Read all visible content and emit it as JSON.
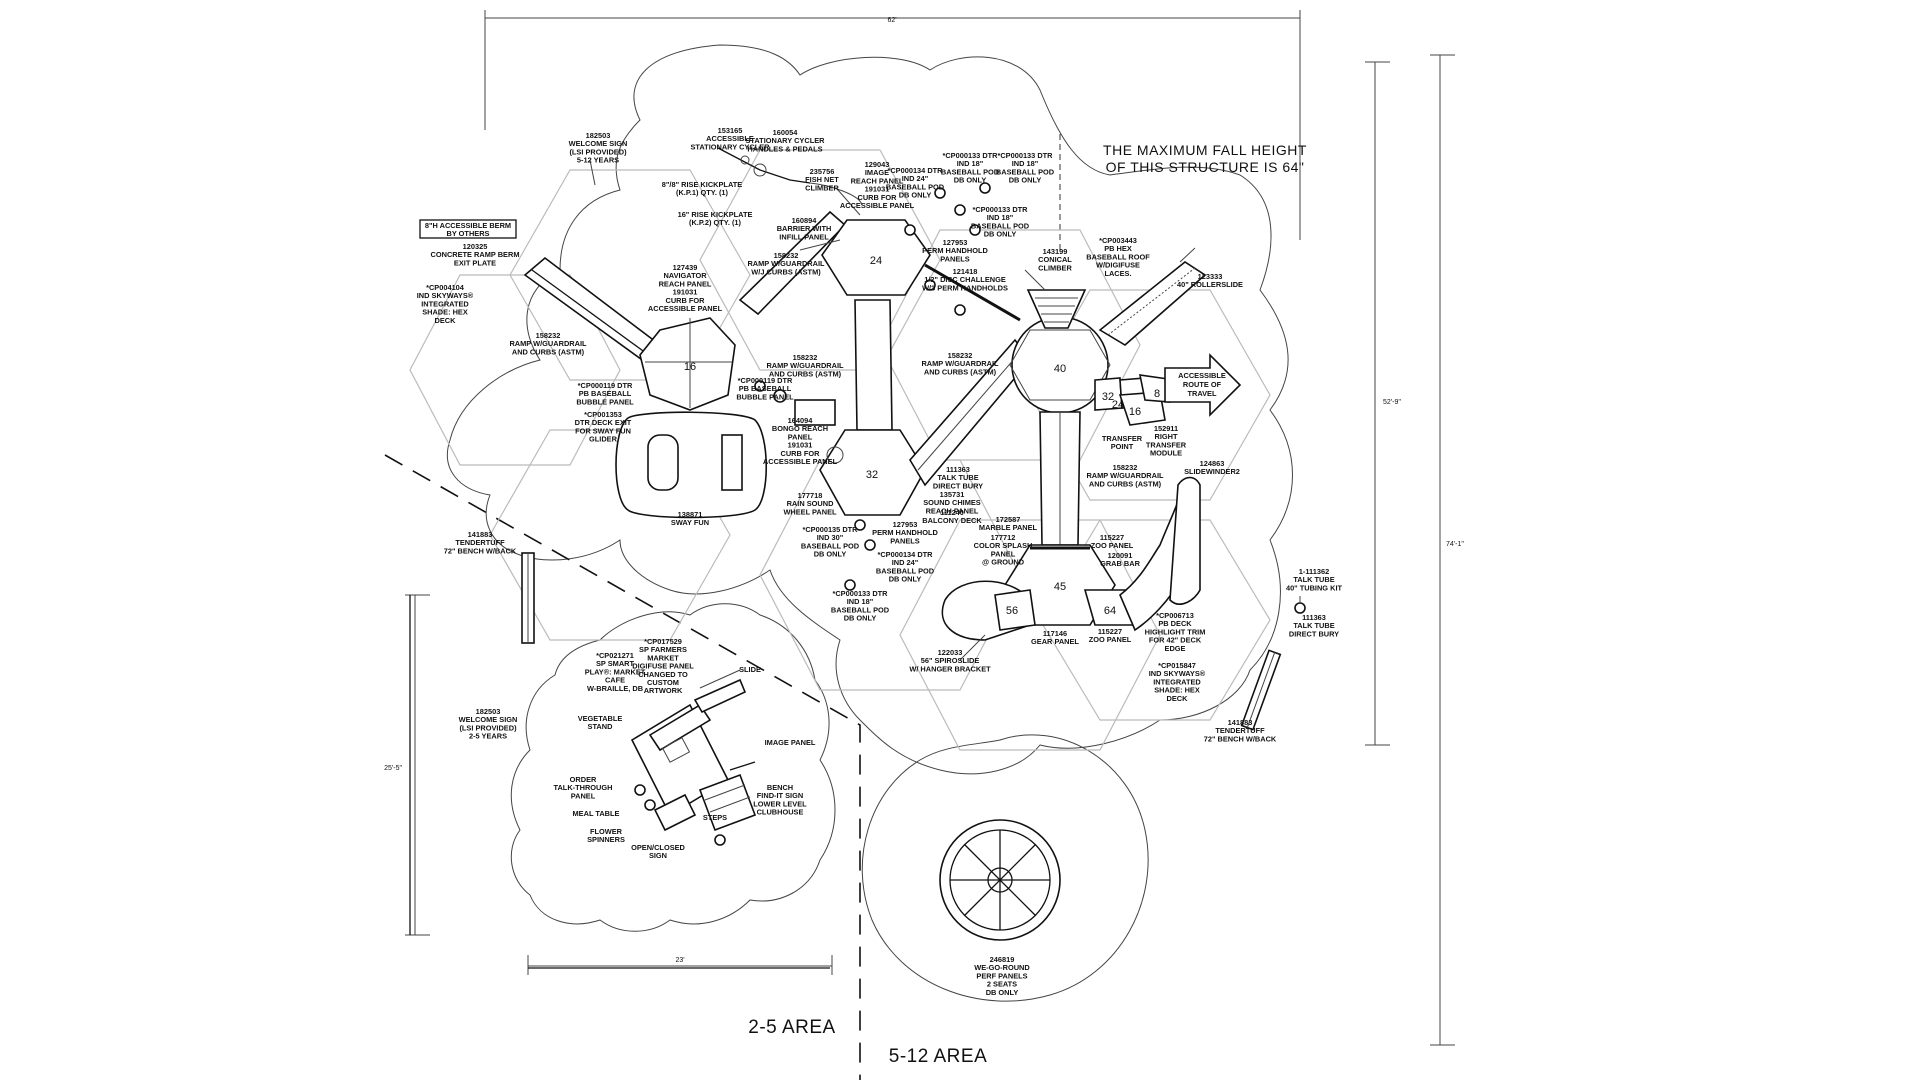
{
  "dimensions": {
    "top_width": "62'",
    "right_inner": "52'-9\"",
    "right_outer": "74'-1\"",
    "left_small": "25'-5\"",
    "bottom_small": "23'"
  },
  "notes": {
    "fall_height_line1": "THE MAXIMUM FALL HEIGHT",
    "fall_height_line2": "OF THIS STRUCTURE IS 64\"",
    "accessible_route_1": "ACCESSIBLE",
    "accessible_route_2": "ROUTE OF",
    "accessible_route_3": "TRAVEL"
  },
  "areas": {
    "small": "2-5 AREA",
    "large": "5-12 AREA"
  },
  "deck_heights": {
    "h16_left": "16",
    "h24": "24",
    "h32": "32",
    "h40": "40",
    "h32b": "32",
    "h24b": "24",
    "h16b": "16",
    "h8": "8",
    "h45": "45",
    "h56": "56",
    "h64": "64"
  },
  "labels": {
    "stationary_cycler": [
      "153165",
      "ACCESSIBLE",
      "STATIONARY CYCLER"
    ],
    "cycler_handles": [
      "160054",
      "STATIONARY CYCLER",
      "HANDLES & PEDALS"
    ],
    "welcome_sign_512": [
      "182503",
      "WELCOME SIGN",
      "(LSI PROVIDED)",
      "5-12 YEARS"
    ],
    "kickplate_8": [
      "8\"/8\" RISE KICKPLATE",
      "(K.P.1) QTY. (1)"
    ],
    "kickplate_16": [
      "16\" RISE KICKPLATE",
      "(K.P.2) QTY. (1)"
    ],
    "fish_net": [
      "235756",
      "FISH NET",
      "CLIMBER"
    ],
    "image_reach": [
      "129043",
      "IMAGE",
      "REACH PANEL",
      "191031",
      "CURB FOR",
      "ACCESSIBLE PANEL"
    ],
    "barrier": [
      "160894",
      "BARRIER WITH",
      "INFILL PANEL"
    ],
    "pod_24_top": [
      "*CP000134 DTR",
      "IND 24\"",
      "BASEBALL POD",
      "DB ONLY"
    ],
    "pod_18_top": [
      "*CP000133 DTR",
      "IND 18\"",
      "BASEBALL POD",
      "DB ONLY"
    ],
    "pod_18_top2": [
      "*CP000133 DTR",
      "IND 18\"",
      "BASEBALL POD",
      "DB ONLY"
    ],
    "pod_18_mid": [
      "*CP000133 DTR",
      "IND 18\"",
      "BASEBALL POD",
      "DB ONLY"
    ],
    "perm_handhold_top": [
      "127953",
      "PERM HANDHOLD",
      "PANELS"
    ],
    "berm": [
      "8\"H ACCESSIBLE BERM",
      "BY OTHERS"
    ],
    "ramp_berm": [
      "120325",
      "CONCRETE RAMP BERM",
      "EXIT PLATE"
    ],
    "ramp_guardrail_top": [
      "158232",
      "RAMP W/GUARDRAIL",
      "W/J CURBS (ASTM)"
    ],
    "navigator": [
      "127439",
      "NAVIGATOR",
      "REACH PANEL",
      "191031",
      "CURB FOR",
      "ACCESSIBLE PANEL"
    ],
    "skyways_left": [
      "*CP004104",
      "IND SKYWAYS®",
      "INTEGRATED",
      "SHADE: HEX",
      "DECK"
    ],
    "ramp_guardrail_left": [
      "158232",
      "RAMP W/GUARDRAIL",
      "AND CURBS (ASTM)"
    ],
    "ramp_guardrail_center": [
      "158232",
      "RAMP W/GUARDRAIL",
      "AND CURBS (ASTM)"
    ],
    "bubble_left": [
      "*CP000119 DTR",
      "PB BASEBALL",
      "BUBBLE PANEL"
    ],
    "bubble_center": [
      "*CP000119 DTR",
      "PB BASEBALL",
      "BUBBLE PANEL"
    ],
    "deck_exit": [
      "*CP001353",
      "DTR DECK EXIT",
      "FOR SWAY FUN",
      "GLIDER"
    ],
    "sway_fun": [
      "138871",
      "SWAY FUN"
    ],
    "bongo": [
      "164094",
      "BONGO REACH",
      "PANEL",
      "191031",
      "CURB FOR",
      "ACCESSIBLE PANEL"
    ],
    "ramp_guardrail_mid": [
      "158232",
      "RAMP W/GUARDRAIL",
      "AND CURBS (ASTM)"
    ],
    "disc_challenge": [
      "121418",
      "1/2\" DISC CHALLENGE",
      "W/3 PERM HANDHOLDS"
    ],
    "conical": [
      "143199",
      "CONICAL",
      "CLIMBER"
    ],
    "hex_roof": [
      "*CP003443",
      "PB HEX",
      "BASEBALL ROOF",
      "W/DIGIFUSE",
      "LACES."
    ],
    "rollerslide": [
      "123333",
      "40\" ROLLERSLIDE"
    ],
    "transfer": [
      "TRANSFER",
      "POINT"
    ],
    "right_transfer": [
      "152911",
      "RIGHT",
      "TRANSFER",
      "MODULE"
    ],
    "ramp_guardrail_right": [
      "158232",
      "RAMP W/GUARDRAIL",
      "AND CURBS (ASTM)"
    ],
    "slidewinder": [
      "124863",
      "SLIDEWINDER2"
    ],
    "rain_sound": [
      "177718",
      "RAIN SOUND",
      "WHEEL PANEL"
    ],
    "talk_tube_mid": [
      "111363",
      "TALK TUBE",
      "DIRECT BURY"
    ],
    "sound_chimes": [
      "135731",
      "SOUND CHIMES",
      "REACH PANEL"
    ],
    "balcony": [
      "111240",
      "BALCONY DECK"
    ],
    "marble": [
      "172587",
      "MARBLE PANEL"
    ],
    "color_splash": [
      "177712",
      "COLOR SPLASH",
      "PANEL",
      "@ GROUND"
    ],
    "zoo_top": [
      "115227",
      "ZOO PANEL"
    ],
    "grab_bar": [
      "120091",
      "GRAB BAR"
    ],
    "perm_handhold_mid": [
      "127953",
      "PERM HANDHOLD",
      "PANELS"
    ],
    "pod_30": [
      "*CP000135 DTR",
      "IND 30\"",
      "BASEBALL POD",
      "DB ONLY"
    ],
    "pod_24_mid": [
      "*CP000134 DTR",
      "IND 24\"",
      "BASEBALL POD",
      "DB ONLY"
    ],
    "pod_18_low": [
      "*CP000133 DTR",
      "IND 18\"",
      "BASEBALL POD",
      "DB ONLY"
    ],
    "tenderstuff_left": [
      "141883",
      "TENDERTUFF",
      "72\" BENCH W/BACK"
    ],
    "talk_tube_kit": [
      "1-111362",
      "TALK TUBE",
      "40\" TUBING KIT"
    ],
    "talk_tube_right": [
      "111363",
      "TALK TUBE",
      "DIRECT BURY"
    ],
    "hex_trim": [
      "*CP006713",
      "PB DECK",
      "HIGHLIGHT TRIM",
      "FOR 42\" DECK",
      "EDGE"
    ],
    "zoo_low": [
      "115227",
      "ZOO PANEL"
    ],
    "gear": [
      "117146",
      "GEAR PANEL"
    ],
    "spiro": [
      "122033",
      "56\" SPIROSLIDE",
      "W/ HANGER BRACKET"
    ],
    "skyways_right": [
      "*CP015847",
      "IND SKYWAYS®",
      "INTEGRATED",
      "SHADE: HEX",
      "DECK"
    ],
    "tenderstuff_right": [
      "141883",
      "TENDERTUFF",
      "72\" BENCH W/BACK"
    ],
    "smart_play": [
      "*CP021271",
      "SP SMART",
      "PLAY®: MARKET",
      "CAFE",
      "W-BRAILLE, DB"
    ],
    "farmers": [
      "*CP017529",
      "SP FARMERS",
      "MARKET",
      "DIGIFUSE PANEL",
      "CHANGED TO",
      "CUSTOM",
      "ARTWORK"
    ],
    "slide": [
      "SLIDE"
    ],
    "welcome_sign_25": [
      "182503",
      "WELCOME SIGN",
      "(LSI PROVIDED)",
      "2-5 YEARS"
    ],
    "veg": [
      "VEGETABLE",
      "STAND"
    ],
    "image_panel": [
      "IMAGE PANEL"
    ],
    "order": [
      "ORDER",
      "TALK-THROUGH",
      "PANEL"
    ],
    "bench_sign": [
      "BENCH",
      "FIND-IT SIGN",
      "LOWER LEVEL",
      "CLUBHOUSE"
    ],
    "meal": [
      "MEAL TABLE"
    ],
    "steps": [
      "STEPS"
    ],
    "flower": [
      "FLOWER",
      "SPINNERS"
    ],
    "open_closed": [
      "OPEN/CLOSED",
      "SIGN"
    ],
    "go_round": [
      "246819",
      "WE-GO-ROUND",
      "PERF PANELS",
      "2 SEATS",
      "DB ONLY"
    ]
  }
}
